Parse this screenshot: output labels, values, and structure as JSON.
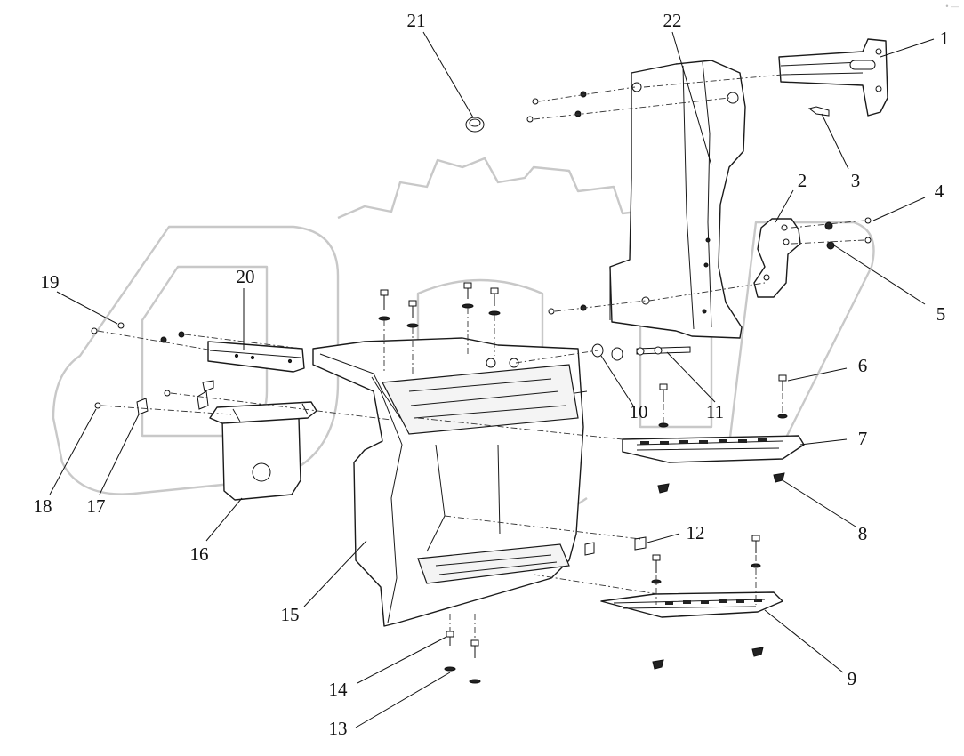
{
  "diagram": {
    "callouts": [
      {
        "id": "1",
        "label": "1"
      },
      {
        "id": "2",
        "label": "2"
      },
      {
        "id": "3",
        "label": "3"
      },
      {
        "id": "4",
        "label": "4"
      },
      {
        "id": "5",
        "label": "5"
      },
      {
        "id": "6",
        "label": "6"
      },
      {
        "id": "7",
        "label": "7"
      },
      {
        "id": "8",
        "label": "8"
      },
      {
        "id": "9",
        "label": "9"
      },
      {
        "id": "10",
        "label": "10"
      },
      {
        "id": "11",
        "label": "11"
      },
      {
        "id": "12",
        "label": "12"
      },
      {
        "id": "13",
        "label": "13"
      },
      {
        "id": "14",
        "label": "14"
      },
      {
        "id": "15",
        "label": "15"
      },
      {
        "id": "16",
        "label": "16"
      },
      {
        "id": "17",
        "label": "17"
      },
      {
        "id": "18",
        "label": "18"
      },
      {
        "id": "19",
        "label": "19"
      },
      {
        "id": "20",
        "label": "20"
      },
      {
        "id": "21",
        "label": "21"
      },
      {
        "id": "22",
        "label": "22"
      }
    ],
    "corner_mark": "• —"
  }
}
